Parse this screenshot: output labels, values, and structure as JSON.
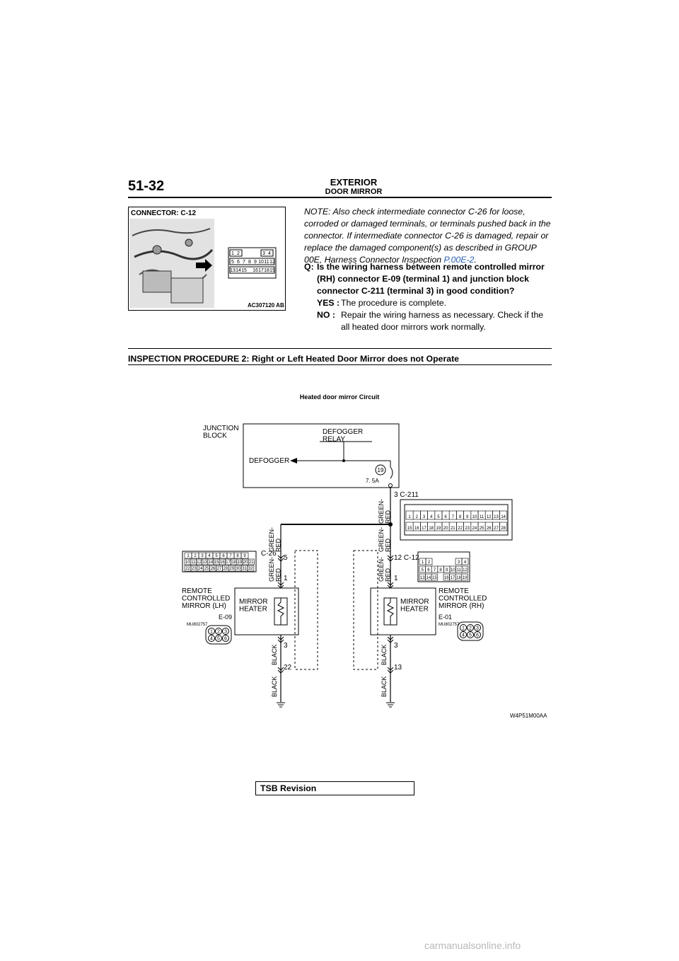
{
  "header": {
    "page_number": "51-32",
    "title": "EXTERIOR",
    "subtitle": "DOOR MIRROR"
  },
  "photo": {
    "caption": "CONNECTOR: C-12",
    "code": "AC307120 AB",
    "pins_top": [
      "1",
      "2",
      "3",
      "4"
    ],
    "pins_mid": [
      "5",
      "6",
      "7",
      "8",
      "9",
      "10",
      "11",
      "12"
    ],
    "pins_bot": [
      "13",
      "14",
      "15",
      "16",
      "17",
      "18",
      "19"
    ]
  },
  "note": {
    "text": "NOTE: Also check intermediate connector C-26 for loose, corroded or damaged terminals, or terminals pushed back in the connector. If intermediate connector C-26 is damaged, repair or replace the damaged component(s) as described in GROUP 00E, Harness Connector Inspection ",
    "ref": "P.00E-2",
    "end": "."
  },
  "question": {
    "label": "Q:",
    "text": "Is the wiring harness between remote controlled mirror (RH) connector E-09 (terminal 1) and junction block connector C-211 (terminal 3) in good condition?"
  },
  "answers": [
    {
      "key": "YES :",
      "text": "The procedure is complete."
    },
    {
      "key": "NO :",
      "text": "Repair the wiring harness as necessary. Check if the all heated door mirrors work normally."
    }
  ],
  "section_title": "INSPECTION PROCEDURE 2: Right or Left Heated Door Mirror does not Operate",
  "diagram": {
    "title": "Heated door mirror Circuit",
    "junction_block": "JUNCTION\nBLOCK",
    "defogger_relay": "DEFOGGER\nRELAY",
    "defogger": "DEFOGGER",
    "fuse_num": "19",
    "fuse_rating": "7. 5A",
    "c211_label": "3  C-211",
    "c26_label": "C-26",
    "c12_label": "12  C-12",
    "wire_green_red": "GREEN-\nRED",
    "wire_black": "BLACK",
    "pin_5": "5",
    "pin_1": "1",
    "pin_3": "3",
    "pin_22": "22",
    "pin_13": "13",
    "mirror_heater": "MIRROR\nHEATER",
    "lh_label": "REMOTE\nCONTROLLED\nMIRROR (LH)",
    "rh_label": "REMOTE\nCONTROLLED\nMIRROR (RH)",
    "e09": "E-09",
    "e01": "E-01",
    "mu_code": "MU802757",
    "c211_pins_top": [
      "1",
      "2",
      "3",
      "4",
      "5",
      "6",
      "7",
      "8",
      "9",
      "10",
      "11",
      "12",
      "13",
      "14"
    ],
    "c211_pins_bot": [
      "15",
      "16",
      "17",
      "18",
      "19",
      "20",
      "21",
      "22",
      "23",
      "24",
      "25",
      "26",
      "27",
      "28"
    ],
    "c26_pins_r1": [
      "1",
      "2",
      "3",
      "4",
      "5",
      "6",
      "7",
      "8",
      "9"
    ],
    "c26_pins_r2": [
      "10",
      "11",
      "12",
      "13",
      "14",
      "15",
      "16",
      "17",
      "18",
      "19",
      "20",
      "21"
    ],
    "c26_pins_r3": [
      "22",
      "23",
      "24",
      "25",
      "26",
      "27",
      "28",
      "29",
      "30",
      "31",
      "32"
    ],
    "e_pins": [
      "1",
      "2",
      "3",
      "4",
      "5",
      "6"
    ],
    "code": "W4P51M00AA"
  },
  "footer": {
    "tsb": "TSB Revision",
    "watermark": "carmanualsonline.info"
  }
}
